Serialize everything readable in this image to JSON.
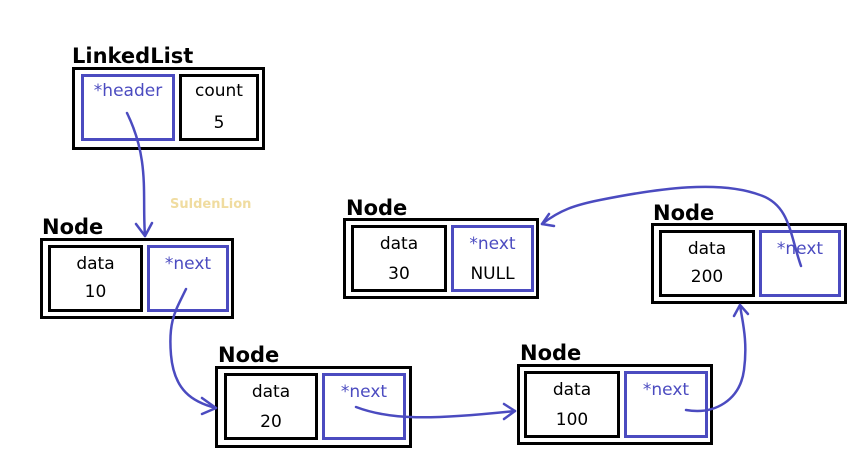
{
  "linked_list": {
    "title": "LinkedList",
    "header_label": "*header",
    "count_label": "count",
    "count_value": "5"
  },
  "nodes": [
    {
      "title": "Node",
      "data_label": "data",
      "data_value": "10",
      "next_label": "*next",
      "next_value": ""
    },
    {
      "title": "Node",
      "data_label": "data",
      "data_value": "20",
      "next_label": "*next",
      "next_value": ""
    },
    {
      "title": "Node",
      "data_label": "data",
      "data_value": "100",
      "next_label": "*next",
      "next_value": ""
    },
    {
      "title": "Node",
      "data_label": "data",
      "data_value": "200",
      "next_label": "*next",
      "next_value": ""
    },
    {
      "title": "Node",
      "data_label": "data",
      "data_value": "30",
      "next_label": "*next",
      "next_value": "NULL"
    }
  ],
  "watermark": "SuldenLion",
  "colors": {
    "pointer": "#4b4bc0",
    "outline": "#000000",
    "watermark": "#f0dca0"
  }
}
